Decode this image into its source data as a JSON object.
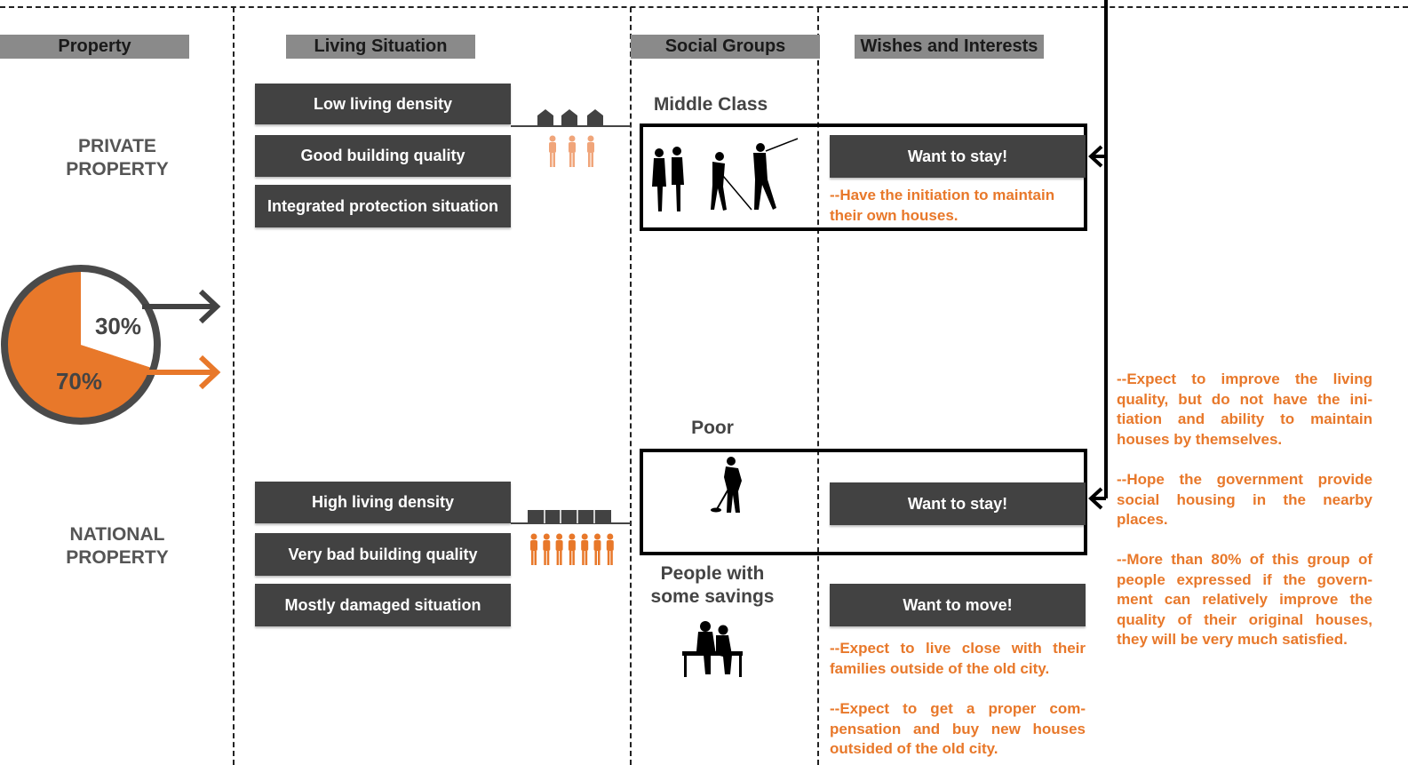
{
  "columns": {
    "property": "Property",
    "living": "Living Situation",
    "social": "Social Groups",
    "wishes": "Wishes and Interests"
  },
  "property": {
    "private_line1": "PRIVATE",
    "private_line2": "PROPERTY",
    "national_line1": "NATIONAL",
    "national_line2": "PROPERTY",
    "pie": {
      "private_pct": 30,
      "national_pct": 70,
      "label_private": "30%",
      "label_national": "70%"
    }
  },
  "living": {
    "private": [
      "Low living density",
      "Good building quality",
      "Integrated protection situation"
    ],
    "national": [
      "High living density",
      "Very bad building quality",
      "Mostly damaged situation"
    ]
  },
  "social": {
    "middle": "Middle Class",
    "poor": "Poor",
    "savings_line1": "People with",
    "savings_line2": "some savings"
  },
  "wishes": {
    "middle_button": "Want to stay!",
    "middle_note_line1": "--Have the initiation to maintain",
    "middle_note_line2": "their own houses.",
    "poor_button": "Want to stay!",
    "savings_button": "Want to move!",
    "savings_note1": "--Expect to live close with their families outside of the old city.",
    "savings_note2": "--Expect to get a proper com-pensation and buy new houses outsided of the old city."
  },
  "poor_notes": [
    "--Expect to improve the living quality, but do not have the ini-tiation and ability to maintain houses by themselves.",
    "--Hope the government provide social housing in the nearby places.",
    "--More than 80% of this group of people expressed if the govern-ment can relatively improve the quality of their original houses, they will be very much satisfied."
  ],
  "colors": {
    "accent_orange": "#e8782a",
    "dark_box": "#424242",
    "header_gray": "#8a8a8a",
    "pie_ring": "#4a4a4a"
  },
  "icons": [
    "house-icon",
    "person-icon",
    "silhouette-couple-icon",
    "silhouette-golfer-icon",
    "silhouette-sweeper-icon",
    "silhouette-elderly-bench-icon"
  ]
}
